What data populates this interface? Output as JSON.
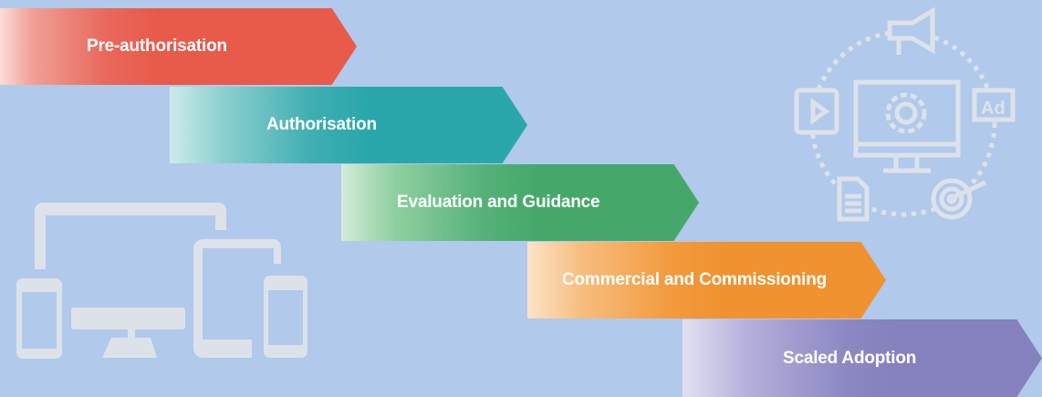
{
  "steps": [
    {
      "label": "Pre-authorisation",
      "color": "#e85a4a"
    },
    {
      "label": "Authorisation",
      "color": "#2aa7ac"
    },
    {
      "label": "Evaluation and Guidance",
      "color": "#45a86a"
    },
    {
      "label": "Commercial and Commissioning",
      "color": "#f09230"
    },
    {
      "label": "Scaled Adoption",
      "color": "#8580be"
    }
  ],
  "icons": [
    "devices-icon",
    "digital-marketing-icon"
  ],
  "colors": {
    "background": "#b1c9ea",
    "icon": "#dde2ea"
  }
}
